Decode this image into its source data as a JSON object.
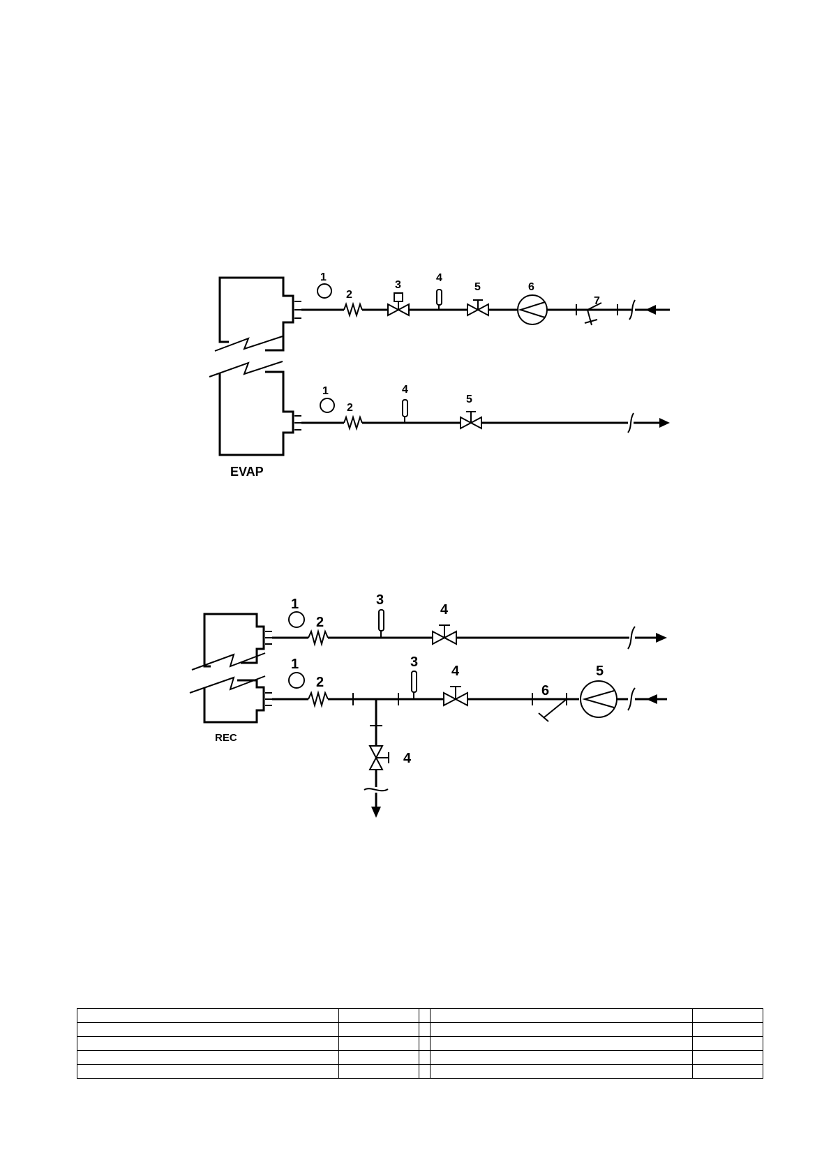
{
  "evap_diagram": {
    "unit_label": "EVAP",
    "inlet_line_labels": [
      "1",
      "2",
      "3",
      "4",
      "5",
      "6",
      "7"
    ],
    "outlet_line_labels": [
      "1",
      "2",
      "4",
      "5"
    ]
  },
  "rec_diagram": {
    "unit_label": "REC",
    "upper_line_labels": [
      "1",
      "2",
      "3",
      "4"
    ],
    "lower_line_labels": [
      "1",
      "2",
      "3",
      "4",
      "6",
      "5"
    ],
    "drain_valve_label": "4"
  },
  "table": {
    "rows": [
      [
        "",
        "",
        "",
        "",
        ""
      ],
      [
        "",
        "",
        "",
        "",
        ""
      ],
      [
        "",
        "",
        "",
        "",
        ""
      ],
      [
        "",
        "",
        "",
        "",
        ""
      ],
      [
        "",
        "",
        "",
        "",
        ""
      ]
    ]
  }
}
